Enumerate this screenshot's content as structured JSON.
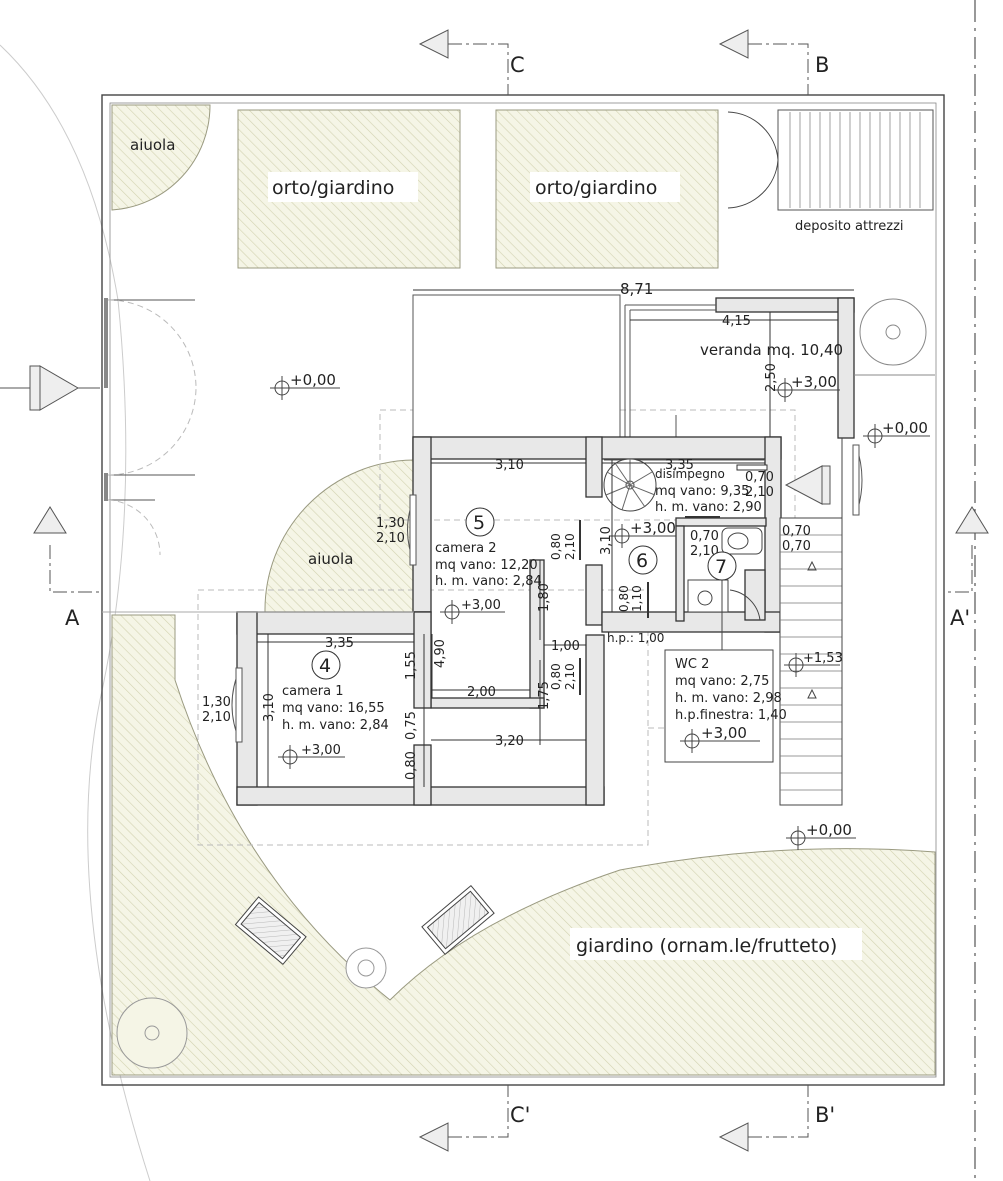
{
  "section_markers": {
    "C": "C",
    "B": "B",
    "C_prime": "C'",
    "B_prime": "B'",
    "A": "A",
    "A_prime": "A'"
  },
  "garden_labels": {
    "aiuola_top": "aiuola",
    "orto_left": "orto/giardino",
    "orto_right": "orto/giardino",
    "deposito": "deposito attrezzi",
    "aiuola_mid": "aiuola",
    "giardino": "giardino (ornam.le/frutteto)"
  },
  "elevations": {
    "left": "+0,00",
    "right_top": "+0,00",
    "bottom": "+0,00",
    "veranda": "+3,00",
    "camera2": "+3,00",
    "camera1": "+3,00",
    "room6": "+3,00",
    "wc": "+3,00",
    "stair": "+1,53"
  },
  "dimensions": {
    "total_width": "8,71",
    "veranda_width": "4,15",
    "veranda_depth": "2,50",
    "camera2_width": "3,10",
    "disimp_width": "3,35",
    "camera2_height": "4,90",
    "camera2_sub_height": "1,80",
    "inner_width": "1,00",
    "corridor_width": "2,00",
    "camera1_width": "3,35",
    "camera1_height": "3,10",
    "c1_1": "1,55",
    "c1_2": "0,75",
    "c1_3": "0,80",
    "bottom_width": "3,20",
    "lower_175": "1,75",
    "room6_height": "3,10"
  },
  "openings": {
    "w_c2_a": "1,30",
    "w_c2_b": "2,10",
    "w_c1_a": "1,30",
    "w_c1_b": "2,10",
    "d_c2_a": "0,80",
    "d_c2_b": "2,10",
    "d_low_a": "0,80",
    "d_low_b": "2,10",
    "d6_a": "0,80",
    "d6_b": "1,10",
    "d_disimp_a": "0,70",
    "d_disimp_b": "2,10",
    "d_wc_a": "0,70",
    "d_wc_b": "2,10",
    "w_wc_a": "0,70",
    "w_wc_b": "0,70",
    "hp": "h.p.: 1,00"
  },
  "rooms": {
    "veranda": "veranda mq. 10,40",
    "disimpegno": {
      "num": "6",
      "name": "disimpegno",
      "mq": "mq vano: 9,35",
      "h": "h. m. vano: 2,90"
    },
    "camera2": {
      "num": "5",
      "name": "camera 2",
      "mq": "mq vano: 12,20",
      "h": "h. m. vano: 2,84"
    },
    "camera1": {
      "num": "4",
      "name": "camera 1",
      "mq": "mq vano: 16,55",
      "h": "h. m. vano: 2,84"
    },
    "wc2": {
      "num": "7",
      "name": "WC 2",
      "mq": "mq vano: 2,75",
      "h": "h. m. vano: 2,98",
      "hp": "h.p.finestra: 1,40"
    }
  }
}
